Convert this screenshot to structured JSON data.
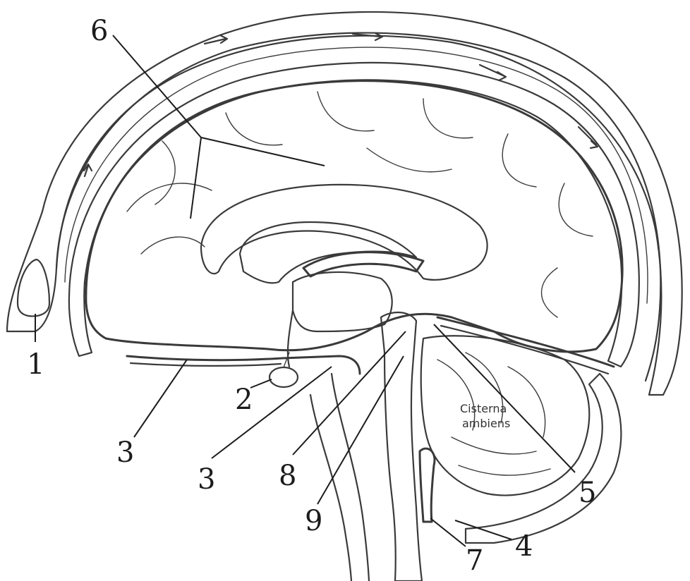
{
  "labels": {
    "l1": "1",
    "l2": "2",
    "l3a": "3",
    "l3b": "3",
    "l4": "4",
    "l5": "5",
    "l6": "6",
    "l7": "7",
    "l8": "8",
    "l9": "9"
  },
  "annotations": {
    "cistern_line1": "Cisterna",
    "cistern_line2": "ambiens"
  }
}
